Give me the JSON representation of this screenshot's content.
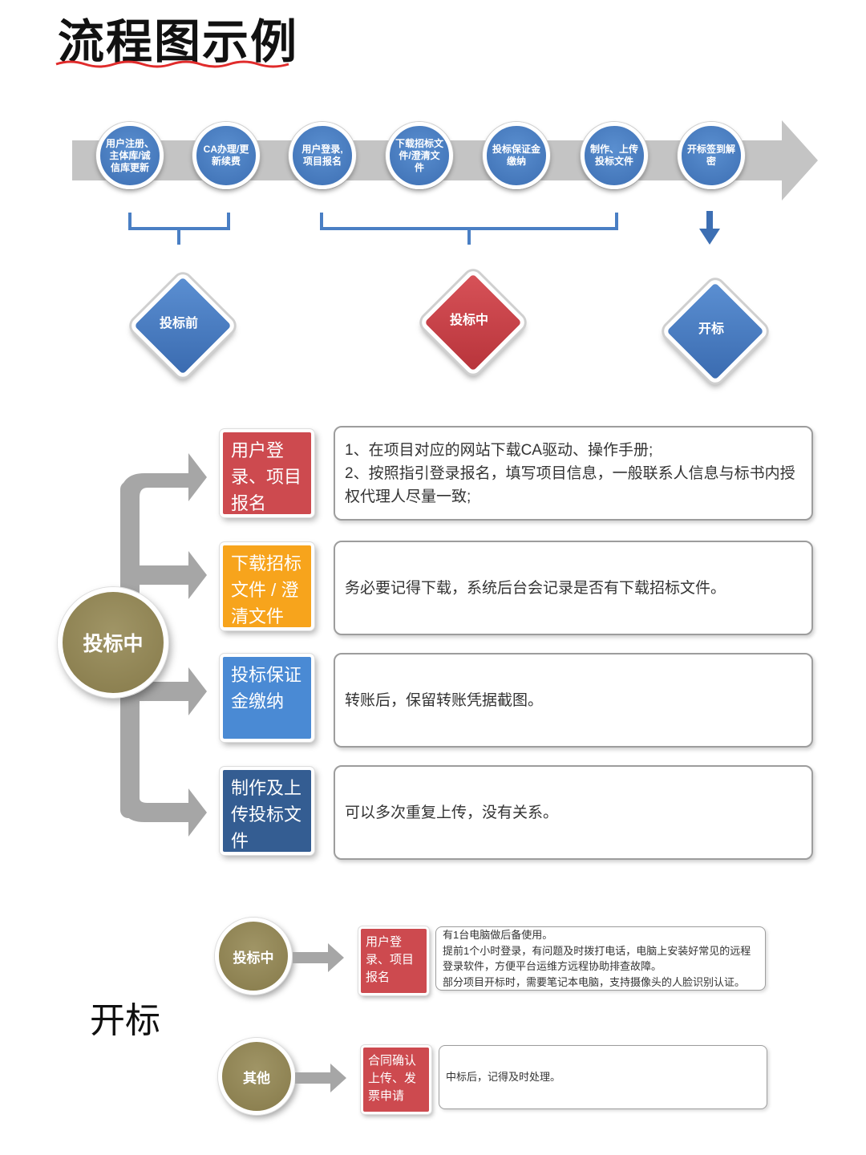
{
  "title": "流程图示例",
  "process_steps": [
    "用户注册、主体库/诚信库更新",
    "CA办理/更新续费",
    "用户登录,项目报名",
    "下载招标文件/澄清文件",
    "投标保证金缴纳",
    "制作、上传投标文件",
    "开标签到解密"
  ],
  "phases": [
    {
      "label": "投标前",
      "color": "#3d6fb3"
    },
    {
      "label": "投标中",
      "color": "#c03d43"
    },
    {
      "label": "开标",
      "color": "#3d6fb3"
    }
  ],
  "middle": {
    "hub_label": "投标中",
    "items": [
      {
        "tile": "用户登录、项目报名",
        "color": "#cd4a4f",
        "desc": [
          "1、在项目对应的网站下载CA驱动、操作手册;",
          "2、按照指引登录报名，填写项目信息，一般联系人信息与标书内授权代理人尽量一致;"
        ]
      },
      {
        "tile": "下载招标文件 / 澄清文件",
        "color": "#f7a41c",
        "desc": [
          "务必要记得下载，系统后台会记录是否有下载招标文件。"
        ]
      },
      {
        "tile": "投标保证金缴纳",
        "color": "#4a8ad4",
        "desc": [
          "转账后，保留转账凭据截图。"
        ]
      },
      {
        "tile": "制作及上传投标文件",
        "color": "#345d92",
        "desc": [
          "可以多次重复上传，没有关系。"
        ]
      }
    ]
  },
  "bottom": {
    "section_label": "开标",
    "rows": [
      {
        "circle": "投标中",
        "tile": "用户登录、项目报名",
        "desc": [
          "有1台电脑做后备使用。",
          "提前1个小时登录，有问题及时拨打电话，电脑上安装好常见的远程登录软件，方便平台运维方远程协助排查故障。",
          "部分项目开标时，需要笔记本电脑，支持摄像头的人脸识别认证。"
        ]
      },
      {
        "circle": "其他",
        "tile": "合同确认上传、发票申请",
        "desc": [
          "中标后，记得及时处理。"
        ]
      }
    ]
  },
  "colors": {
    "band_gray": "#c4c4c4",
    "bracket_blue": "#4a7fc4",
    "arrow_gray": "#a6a6a6",
    "hub_olive": "#8e8255",
    "underline_red": "#e02b2b"
  }
}
